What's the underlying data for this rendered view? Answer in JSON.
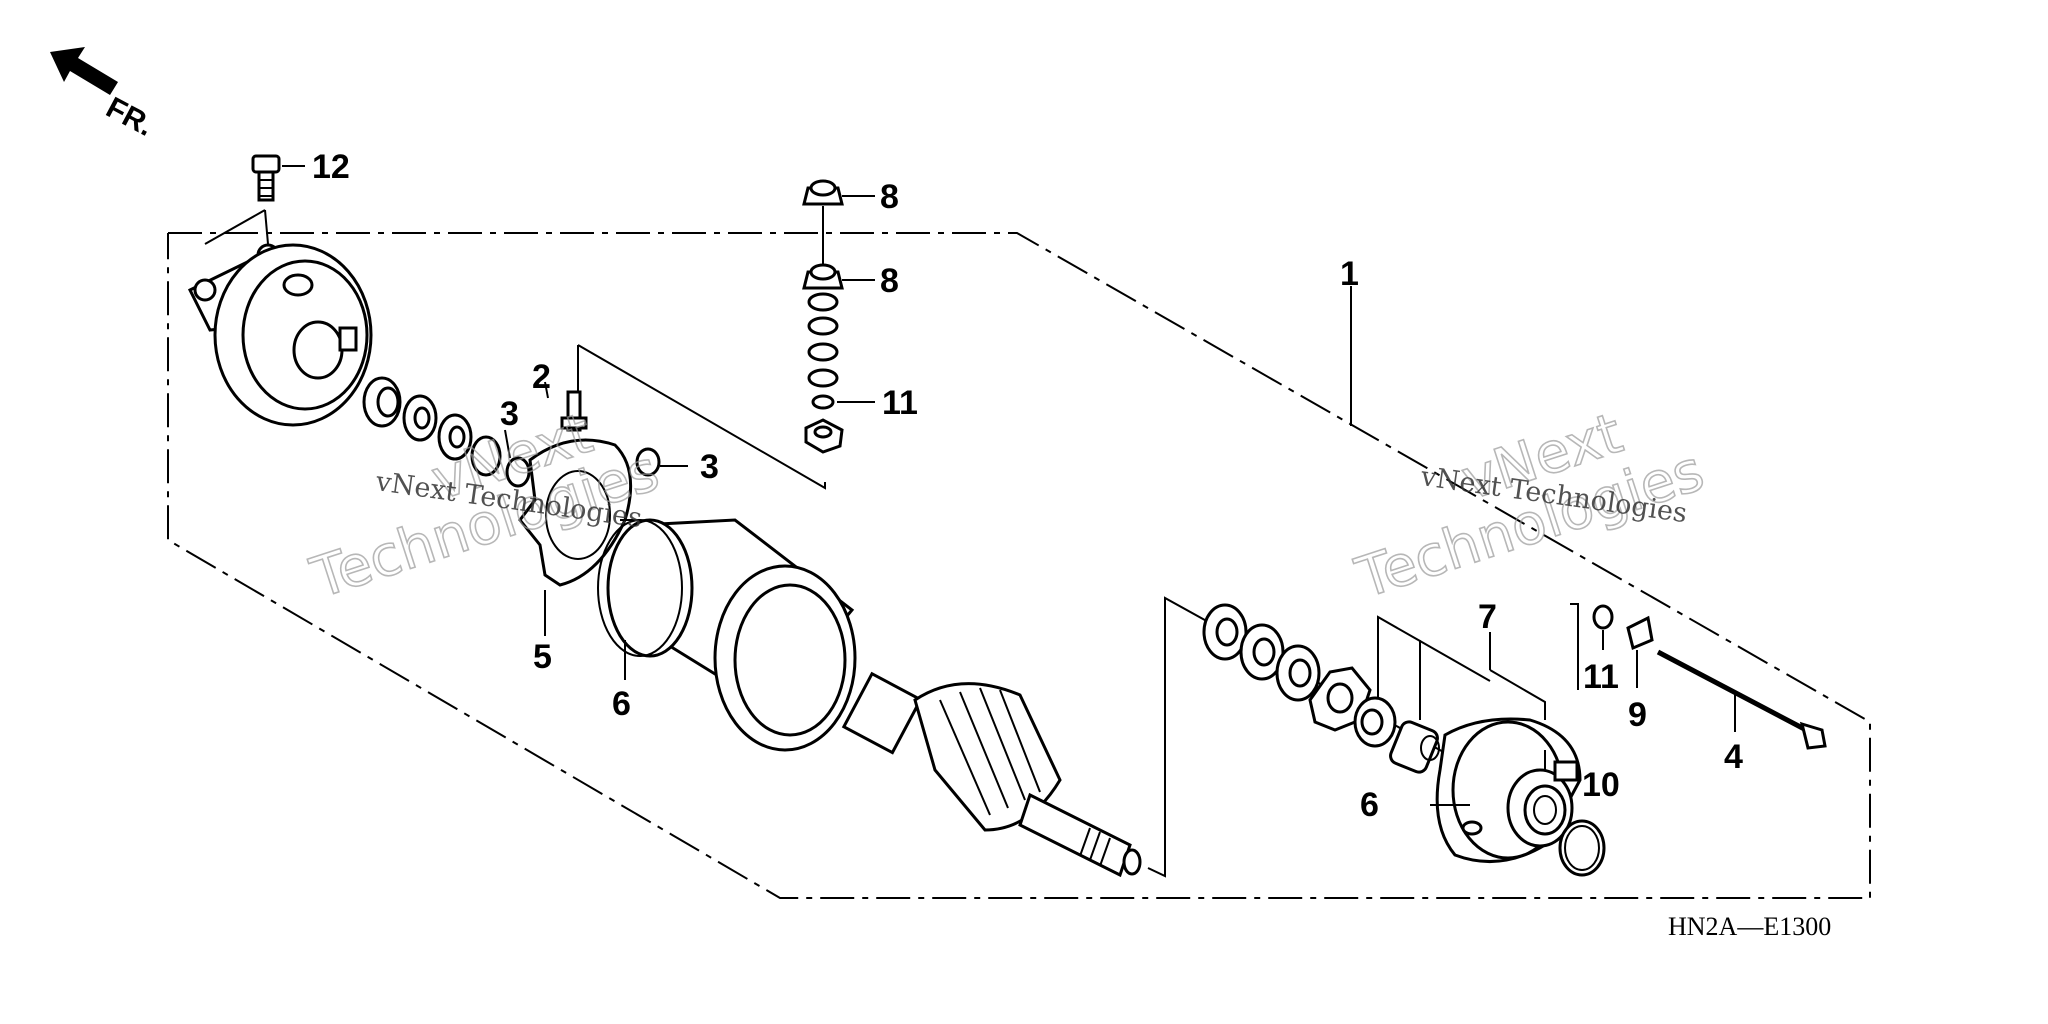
{
  "diagram": {
    "direction_label": "FR.",
    "drawing_code": "HN2A—E1300",
    "watermark": {
      "line1": "vNext",
      "line2": "Technologies",
      "small": "vNext Technologies"
    },
    "callouts": [
      "12",
      "8",
      "8",
      "1",
      "2",
      "3",
      "3",
      "11",
      "5",
      "6",
      "7",
      "11",
      "9",
      "4",
      "10",
      "6"
    ]
  }
}
